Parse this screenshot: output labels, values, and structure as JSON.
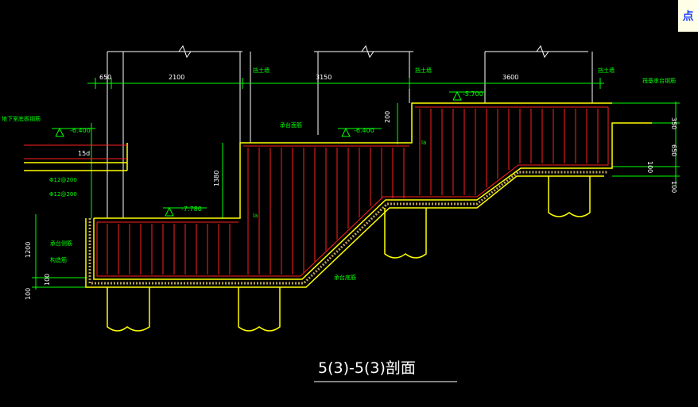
{
  "corner_button": {
    "label": "点"
  },
  "drawing": {
    "title": "5(3)-5(3)剖面",
    "dims_top": [
      "650",
      "2100",
      "3150",
      "3600"
    ],
    "dims_vertical": [
      "200",
      "1380",
      "350",
      "650",
      "100",
      "100",
      "1200",
      "100",
      "100"
    ],
    "levels": [
      "-6.400",
      "-6.400",
      "-7.780",
      "-5.700"
    ],
    "labels": {
      "wall_left": "挡土墙",
      "wall_mid": "挡土墙",
      "wall_right": "挡土墙",
      "right_slab": "筏基承台钢筋",
      "left_slab": "地下室底板钢筋",
      "top_rebar": "承台面筋",
      "bottom_rebar": "承台底筋",
      "side_rebar": "承台侧筋",
      "side_bar": "构造筋",
      "rebar1": "Φ12@200",
      "rebar2": "Φ12@200",
      "anchor": "15d",
      "la": "la"
    }
  },
  "colors": {
    "background": "#000000",
    "structure": "#ffff00",
    "rebar": "#ff2020",
    "dimension": "#ffffff",
    "annotation": "#00ff00",
    "button_bg": "#ffffe8",
    "button_text": "#1a3cff"
  }
}
